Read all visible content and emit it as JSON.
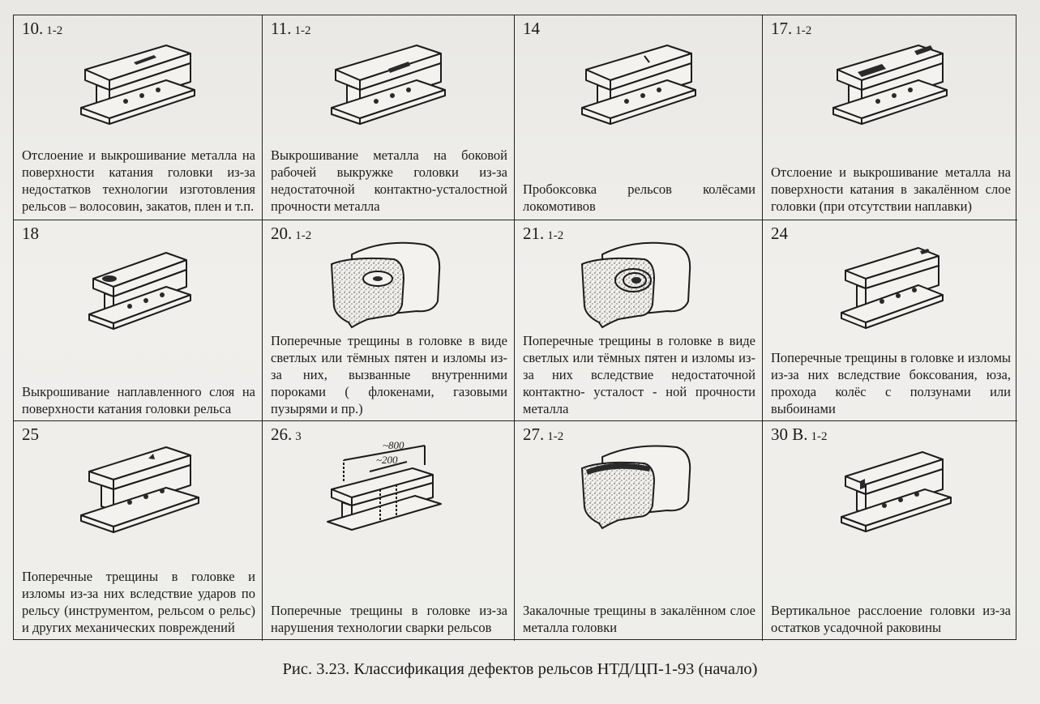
{
  "figure": {
    "caption": "Рис. 3.23. Классификация дефектов рельсов НТД/ЦП-1-93 (начало)",
    "cells": [
      {
        "num": "10.",
        "code": "1-2",
        "icon": "rail-head-spalling-icon",
        "text": "Отслоение и выкрошивание металла на поверхности катания головки из-за недостатков технологии изготовления рельсов – волосовин, закатов, плен и т.п."
      },
      {
        "num": "11.",
        "code": "1-2",
        "icon": "rail-side-spalling-icon",
        "text": "Выкрошивание металла на боковой рабочей выкружке головки из-за недостаточной контактно-усталостной прочности металла"
      },
      {
        "num": "14",
        "code": "",
        "icon": "rail-wheel-burn-icon",
        "text": "Пробоксовка рельсов колёсами локомотивов"
      },
      {
        "num": "17.",
        "code": "1-2",
        "icon": "rail-hardened-spalling-icon",
        "text": "Отслоение и выкрошивание металла на поверхности катания в закалённом слое головки (при отсутствии наплавки)"
      },
      {
        "num": "18",
        "code": "",
        "icon": "rail-weld-deposit-spalling-icon",
        "text": "Выкрошивание наплавленного слоя на поверхности катания головки рельса"
      },
      {
        "num": "20.",
        "code": "1-2",
        "icon": "head-section-flake-crack-icon",
        "text": "Поперечные трещины в головке в виде светлых или тёмных пятен и изломы из-за них, вызванные внутренними пороками ( флокенами, газовыми пузырями и пр.)"
      },
      {
        "num": "21.",
        "code": "1-2",
        "icon": "head-section-fatigue-crack-icon",
        "text": "Поперечные трещины в головке в виде светлых или тёмных пятен и изломы из-за них вследствие недостаточной контактно- усталост - ной прочности металла"
      },
      {
        "num": "24",
        "code": "",
        "icon": "rail-skid-crack-icon",
        "text": "Поперечные трещины в головке и изломы из-за них вследствие боксования, юза, прохода колёс с ползунами или выбоинами"
      },
      {
        "num": "25",
        "code": "",
        "icon": "rail-impact-crack-icon",
        "text": "Поперечные трещины в головке и изломы из-за них вследствие ударов по рельсу (инструментом, рельсом о рельс) и других механических повреждений"
      },
      {
        "num": "26.",
        "code": "3",
        "icon": "welded-rail-joint-icon",
        "text": "Поперечные трещины в головке из-за нарушения технологии сварки рельсов",
        "dims": [
          "~800",
          "~200"
        ]
      },
      {
        "num": "27.",
        "code": "1-2",
        "icon": "head-section-quench-crack-icon",
        "text": "Закалочные трещины в закалённом слое металла головки"
      },
      {
        "num": "30 В.",
        "code": "1-2",
        "icon": "rail-vertical-split-icon",
        "text": "Вертикальное расслоение головки из-за остатков усадочной раковины"
      }
    ]
  }
}
